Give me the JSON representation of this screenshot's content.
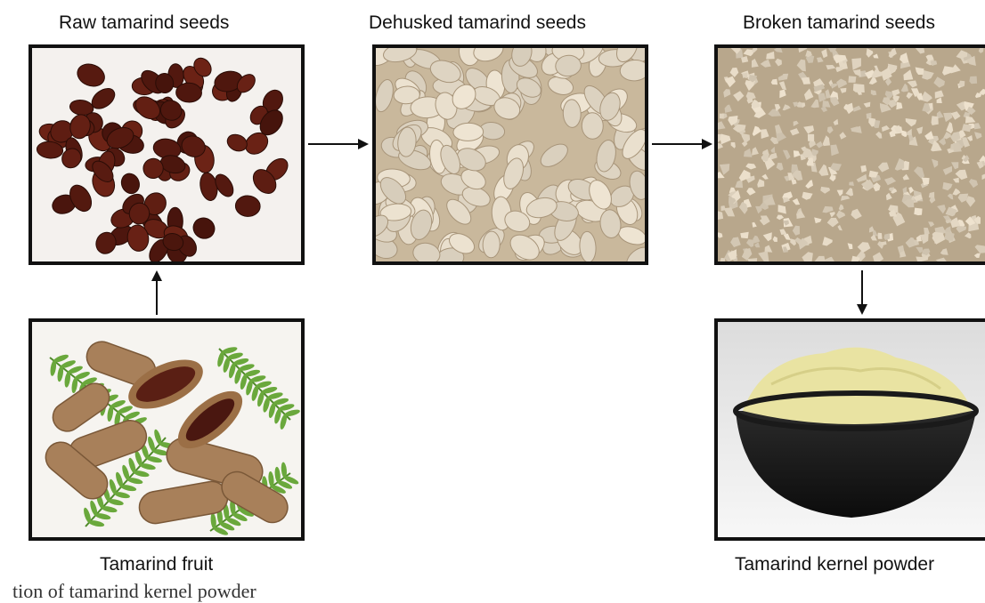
{
  "labels": {
    "raw_seeds": "Raw tamarind seeds",
    "dehusked_seeds": "Dehusked tamarind seeds",
    "broken_seeds": "Broken tamarind seeds",
    "fruit": "Tamarind fruit",
    "kernel_powder": "Tamarind kernel powder"
  },
  "footer_caption_fragment": "tion of tamarind kernel powder",
  "colors": {
    "raw_seed": "#4a1c10",
    "dehusked_seed": "#e8dcc8",
    "broken_seed": "#d9cbb2",
    "powder": "#e9e3a2",
    "bowl": "#1b1b1b",
    "pod": "#a57c54",
    "leaf": "#5e9a34"
  }
}
